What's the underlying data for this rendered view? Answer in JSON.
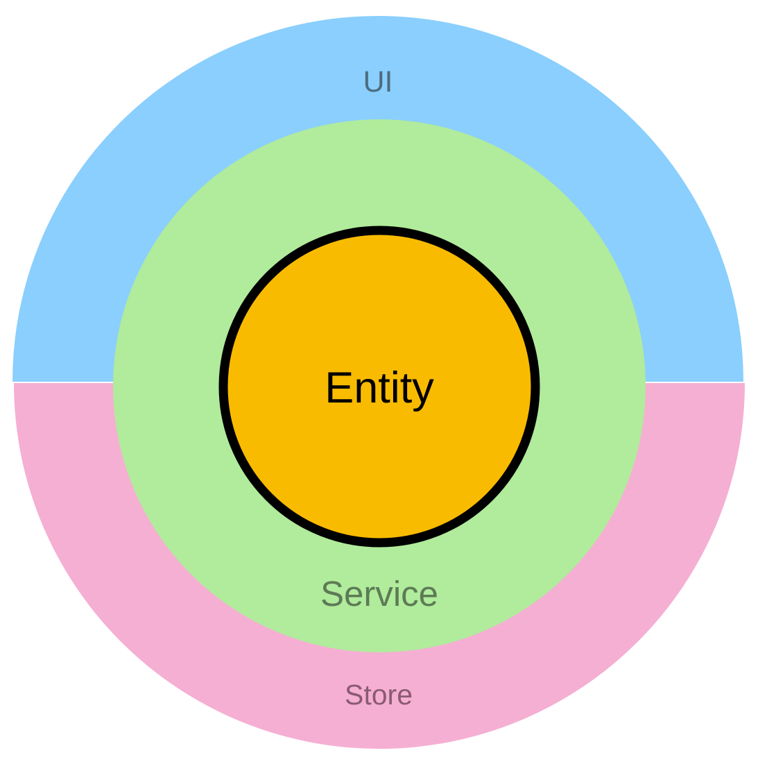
{
  "diagram": {
    "layers": [
      {
        "id": "ui",
        "label": "UI",
        "color": "#8ACFFD",
        "text_color": "#4E6B80"
      },
      {
        "id": "store",
        "label": "Store",
        "color": "#F5AFD3",
        "text_color": "#8A5B73"
      },
      {
        "id": "service",
        "label": "Service",
        "color": "#B1EB9C",
        "text_color": "#5C7B55"
      },
      {
        "id": "entity",
        "label": "Entity",
        "color": "#F9BB00",
        "text_color": "#000000",
        "border_color": "#000000"
      }
    ]
  }
}
